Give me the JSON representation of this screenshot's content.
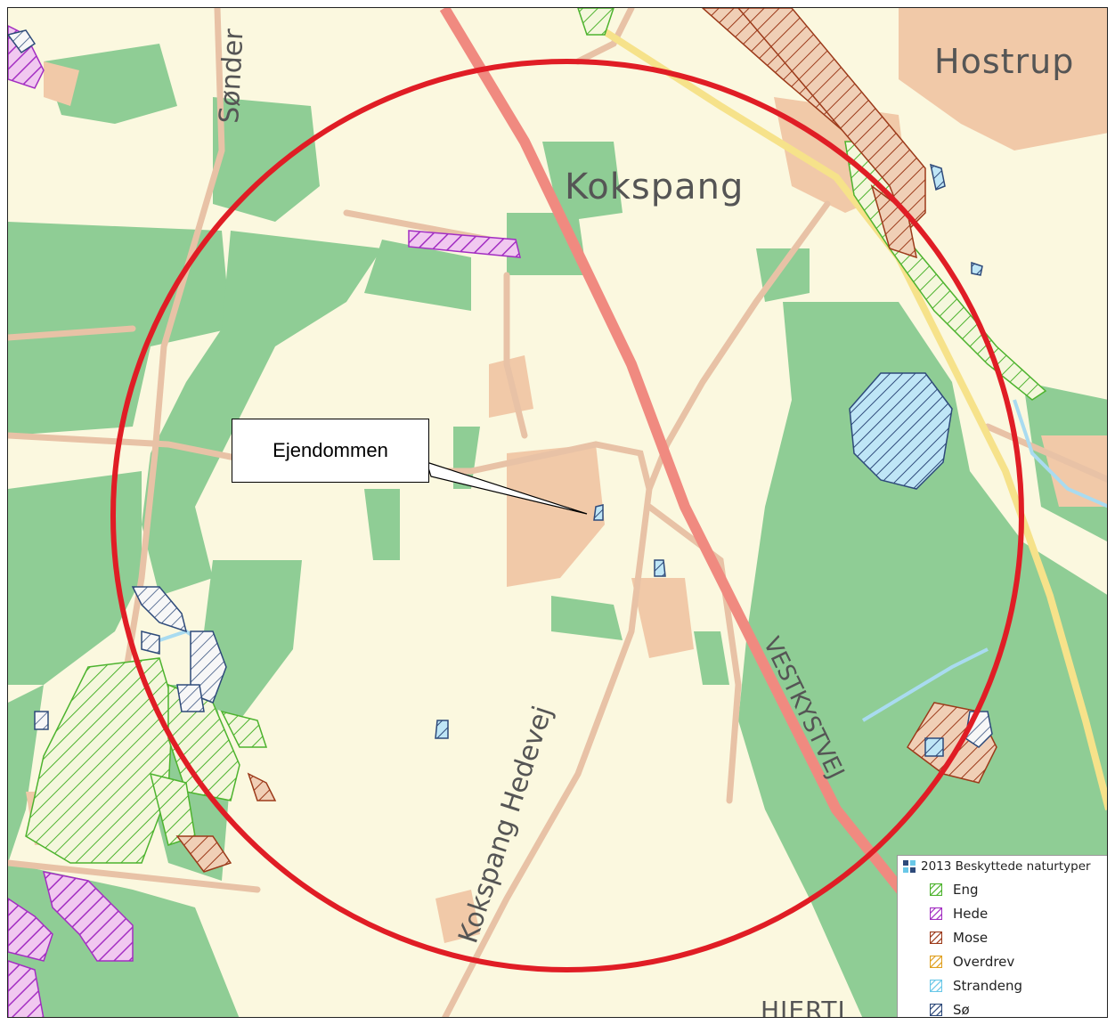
{
  "map": {
    "places": [
      {
        "id": "hostrup",
        "text": "Hostrup"
      },
      {
        "id": "kokspang",
        "text": "Kokspang"
      },
      {
        "id": "hjerting",
        "text": "HJERTI"
      }
    ],
    "roads": [
      {
        "id": "sonder",
        "text": "Sønder"
      },
      {
        "id": "kokspang-hedevej",
        "text": "Kokspang Hedevej"
      },
      {
        "id": "vestkystvej",
        "text": "VESTKYSTVEJ"
      }
    ],
    "callout": {
      "text": "Ejendommen"
    },
    "circle_color": "#e01d25"
  },
  "legend": {
    "title": "2013 Beskyttede naturtyper",
    "items": [
      {
        "label": "Eng",
        "color": "#4db32e"
      },
      {
        "label": "Hede",
        "color": "#a32ec2"
      },
      {
        "label": "Mose",
        "color": "#9c3a1a"
      },
      {
        "label": "Overdrev",
        "color": "#e0a020"
      },
      {
        "label": "Strandeng",
        "color": "#6ac8e8"
      },
      {
        "label": "Sø",
        "color": "#2e4a7a"
      }
    ]
  }
}
